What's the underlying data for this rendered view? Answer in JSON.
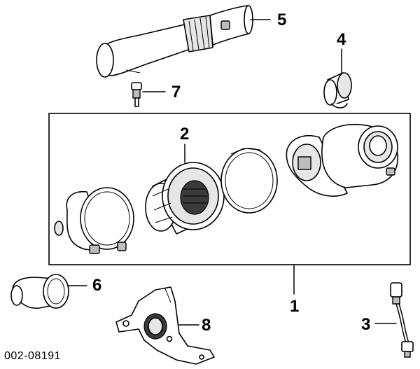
{
  "diagram": {
    "id": "002-08191",
    "callouts": [
      {
        "key": "c1",
        "label": "1"
      },
      {
        "key": "c2",
        "label": "2"
      },
      {
        "key": "c3",
        "label": "3"
      },
      {
        "key": "c4",
        "label": "4"
      },
      {
        "key": "c5",
        "label": "5"
      },
      {
        "key": "c6",
        "label": "6"
      },
      {
        "key": "c7",
        "label": "7"
      },
      {
        "key": "c8",
        "label": "8"
      }
    ]
  }
}
